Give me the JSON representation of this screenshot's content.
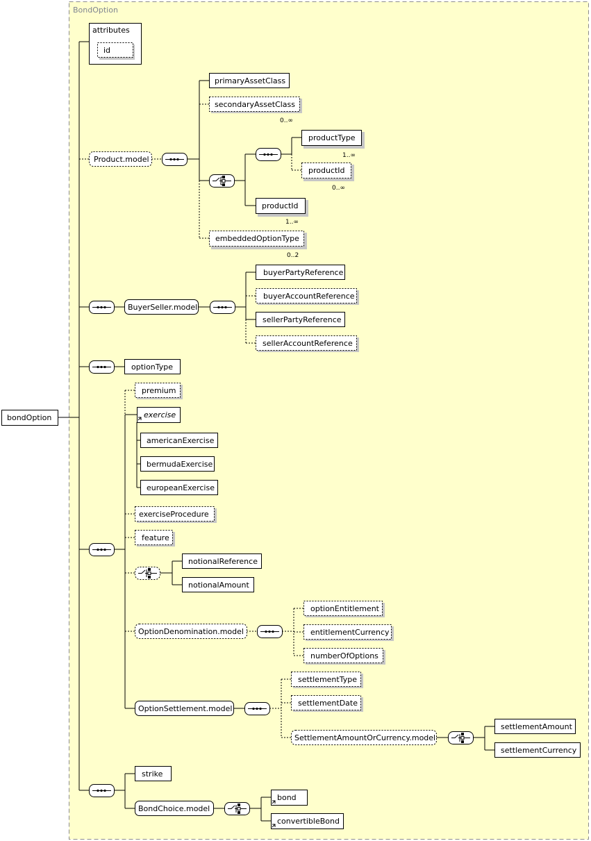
{
  "diagram": {
    "group_title": "BondOption",
    "root": "bondOption",
    "attributes": {
      "title": "attributes",
      "id": "id"
    },
    "elements": {
      "primaryAssetClass": "primaryAssetClass",
      "secondaryAssetClass": "secondaryAssetClass",
      "productModel": "Product.model",
      "productType": "productType",
      "productId1": "productId",
      "productId2": "productId",
      "embeddedOptionType": "embeddedOptionType",
      "buyerSellerModel": "BuyerSeller.model",
      "buyerPartyReference": "buyerPartyReference",
      "buyerAccountReference": "buyerAccountReference",
      "sellerPartyReference": "sellerPartyReference",
      "sellerAccountReference": "sellerAccountReference",
      "optionType": "optionType",
      "premium": "premium",
      "exercise": "exercise",
      "americanExercise": "americanExercise",
      "bermudaExercise": "bermudaExercise",
      "europeanExercise": "europeanExercise",
      "exerciseProcedure": "exerciseProcedure",
      "feature": "feature",
      "notionalReference": "notionalReference",
      "notionalAmount": "notionalAmount",
      "optionDenominationModel": "OptionDenomination.model",
      "optionEntitlement": "optionEntitlement",
      "entitlementCurrency": "entitlementCurrency",
      "numberOfOptions": "numberOfOptions",
      "optionSettlementModel": "OptionSettlement.model",
      "settlementType": "settlementType",
      "settlementDate": "settlementDate",
      "settlementAmountOrCurrencyModel": "SettlementAmountOrCurrency.model",
      "settlementAmount": "settlementAmount",
      "settlementCurrency": "settlementCurrency",
      "strike": "strike",
      "bondChoiceModel": "BondChoice.model",
      "bond": "bond",
      "convertibleBond": "convertibleBond"
    },
    "cardinalities": {
      "secondaryAssetClass": "0..∞",
      "productType": "1..∞",
      "productIdOptional": "0..∞",
      "productIdRequired": "1..∞",
      "embeddedOptionType": "0..2"
    }
  }
}
